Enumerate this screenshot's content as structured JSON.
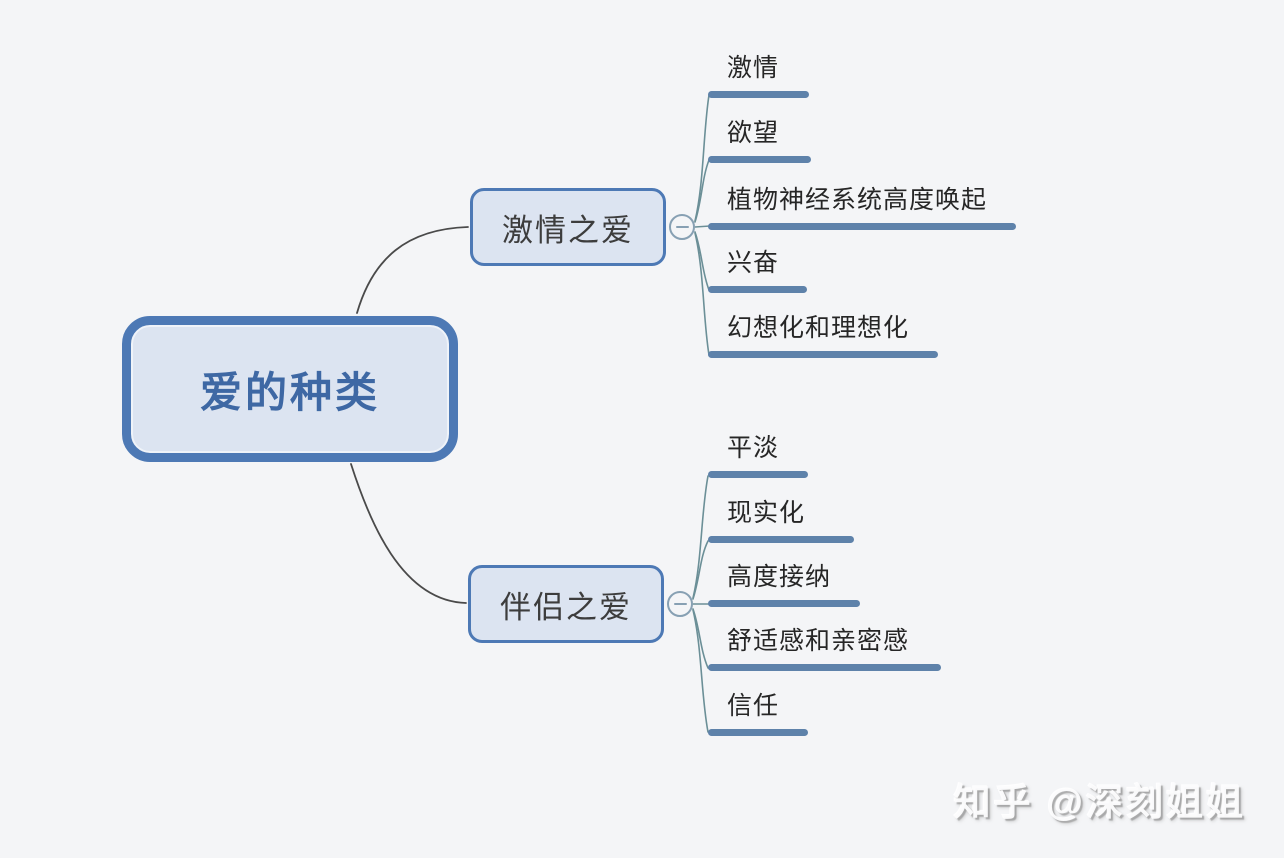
{
  "colors": {
    "bg": "#f4f5f7",
    "node-border": "#4d79b5",
    "node-fill": "#dce4f1",
    "root-text": "#3e68a4",
    "branch-text": "#3d3d3d",
    "leaf-text": "#262626",
    "bar": "#5e82aa",
    "fan": "#6b8f97",
    "main-curve": "#4a4a4a",
    "toggle": "#87a0b3"
  },
  "mindmap": {
    "root": {
      "label": "爱的种类"
    },
    "branches": [
      {
        "label": "激情之爱",
        "toggle_icon": "minus",
        "children": [
          "激情",
          "欲望",
          "植物神经系统高度唤起",
          "兴奋",
          "幻想化和理想化"
        ]
      },
      {
        "label": "伴侣之爱",
        "toggle_icon": "minus",
        "children": [
          "平淡",
          "现实化",
          "高度接纳",
          "舒适感和亲密感",
          "信任"
        ]
      }
    ]
  },
  "watermark": {
    "text": "知乎 @深刻姐姐"
  }
}
